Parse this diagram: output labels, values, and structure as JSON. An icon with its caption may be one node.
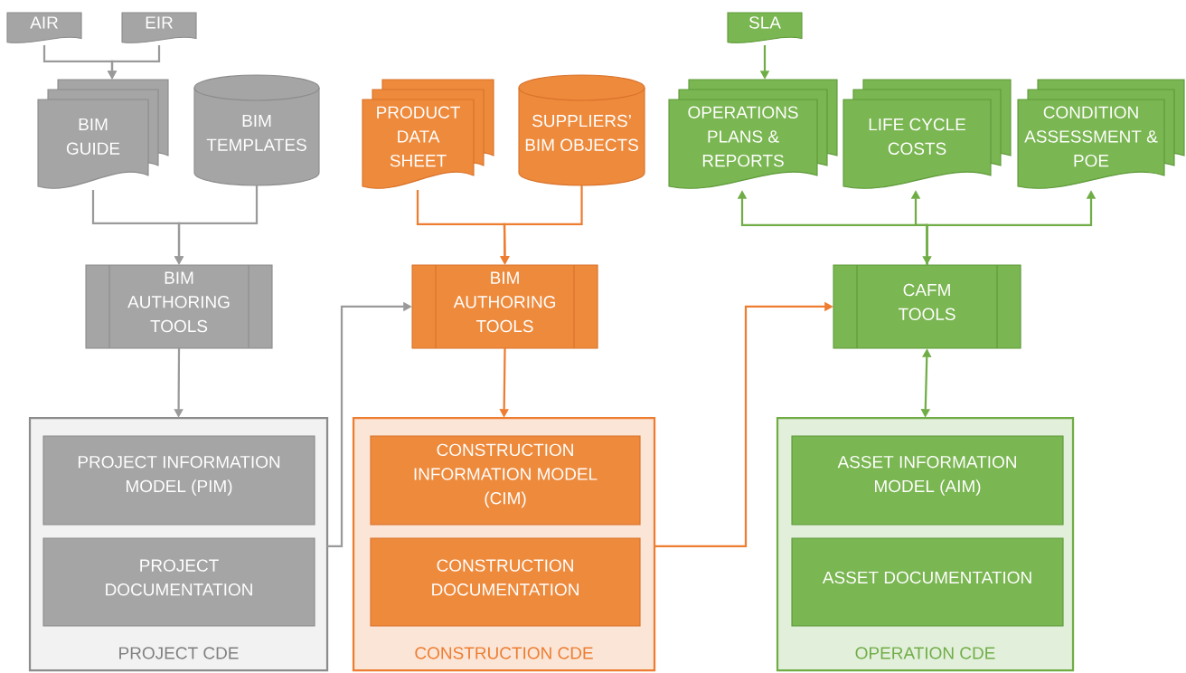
{
  "diagram": {
    "nodes": [
      {
        "text": [
          "AIR"
        ]
      },
      {
        "text": [
          "EIR"
        ]
      },
      {
        "text": [
          "BIM GUIDE"
        ]
      },
      {
        "text": [
          "BIM TEMPLATES"
        ]
      },
      {
        "text": [
          "BIM AUTHORING TOOLS"
        ]
      },
      {
        "text": [
          "PROJECT CDE"
        ]
      },
      {
        "text": [
          "PROJECT INFORMATION MODEL (PIM)"
        ],
        "in": 5
      },
      {
        "text": [
          "PROJECT DOCUMENTATION"
        ],
        "in": 5
      },
      {
        "text": [
          "PRODUCT DATA SHEET"
        ]
      },
      {
        "text": [
          "SUPPLIERS’ BIM OBJECTS"
        ]
      },
      {
        "text": [
          "BIM AUTHORING TOOLS"
        ]
      },
      {
        "text": [
          "CONSTRUCTION CDE"
        ]
      },
      {
        "text": [
          "CONSTRUCTION INFORMATION MODEL (CIM)"
        ],
        "in": 11
      },
      {
        "text": [
          "CONSTRUCTION DOCUMENTATION"
        ],
        "in": 11
      },
      {
        "text": [
          "SLA"
        ]
      },
      {
        "text": [
          "OPERATIONS PLANS & REPORTS"
        ]
      },
      {
        "text": [
          "LIFE CYCLE COSTS"
        ]
      },
      {
        "text": [
          "CONDITION ASSESSMENT & POE"
        ]
      },
      {
        "text": [
          "CAFM TOOLS"
        ]
      },
      {
        "text": [
          "OPERATION CDE"
        ]
      },
      {
        "text": [
          "ASSET INFORMATION MODEL (AIM)"
        ],
        "in": 19
      },
      {
        "text": [
          "ASSET DOCUMENTATION"
        ],
        "in": 19
      }
    ],
    "edges": [
      {
        "from": 0,
        "to": 2,
        "arrow": "to"
      },
      {
        "from": 1,
        "to": 2,
        "arrow": "to"
      },
      {
        "from": 2,
        "to": 4,
        "arrow": "to"
      },
      {
        "from": 3,
        "to": 4,
        "arrow": "to"
      },
      {
        "from": 4,
        "to": 5,
        "arrow": "to"
      },
      {
        "from": 5,
        "to": 10,
        "arrow": "to"
      },
      {
        "from": 8,
        "to": 10,
        "arrow": "to",
        "color": "#ed7d31"
      },
      {
        "from": 9,
        "to": 10,
        "arrow": "to",
        "color": "#ed7d31"
      },
      {
        "from": 10,
        "to": 11,
        "arrow": "to",
        "color": "#ed7d31"
      },
      {
        "from": 11,
        "to": 18,
        "arrow": "to",
        "color": "#ed7d31"
      },
      {
        "from": 14,
        "to": 15,
        "arrow": "to",
        "color": "#70ad47"
      },
      {
        "from": 18,
        "to": 15,
        "arrow": "to",
        "color": "#70ad47"
      },
      {
        "from": 18,
        "to": 16,
        "arrow": "both",
        "color": "#70ad47"
      },
      {
        "from": 18,
        "to": 17,
        "arrow": "to",
        "color": "#70ad47"
      },
      {
        "from": 18,
        "to": 19,
        "arrow": "both",
        "color": "#70ad47"
      }
    ]
  }
}
